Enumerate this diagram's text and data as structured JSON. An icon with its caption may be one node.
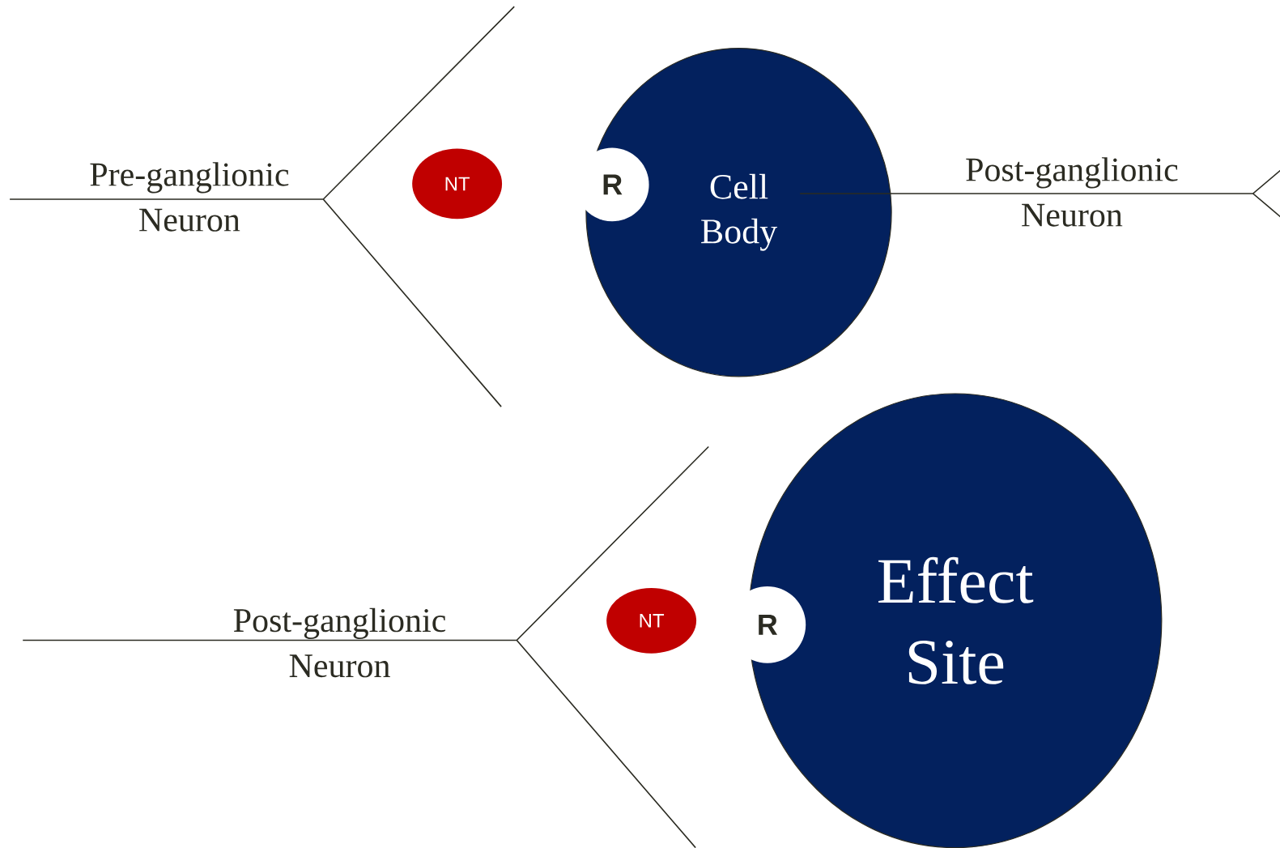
{
  "diagram": {
    "nodes": [
      {
        "text": [
          "NT"
        ]
      },
      {
        "text": [
          "Cell Body"
        ]
      },
      {
        "text": [
          "R"
        ],
        "in": 1
      },
      {
        "text": [
          "NT"
        ]
      },
      {
        "text": [
          "Effect Site"
        ]
      },
      {
        "text": [
          "R"
        ],
        "in": 4
      }
    ],
    "labels": [
      "Pre-ganglionic Neuron",
      "Post-ganglionic Neuron",
      "Post-ganglionic Neuron"
    ]
  }
}
